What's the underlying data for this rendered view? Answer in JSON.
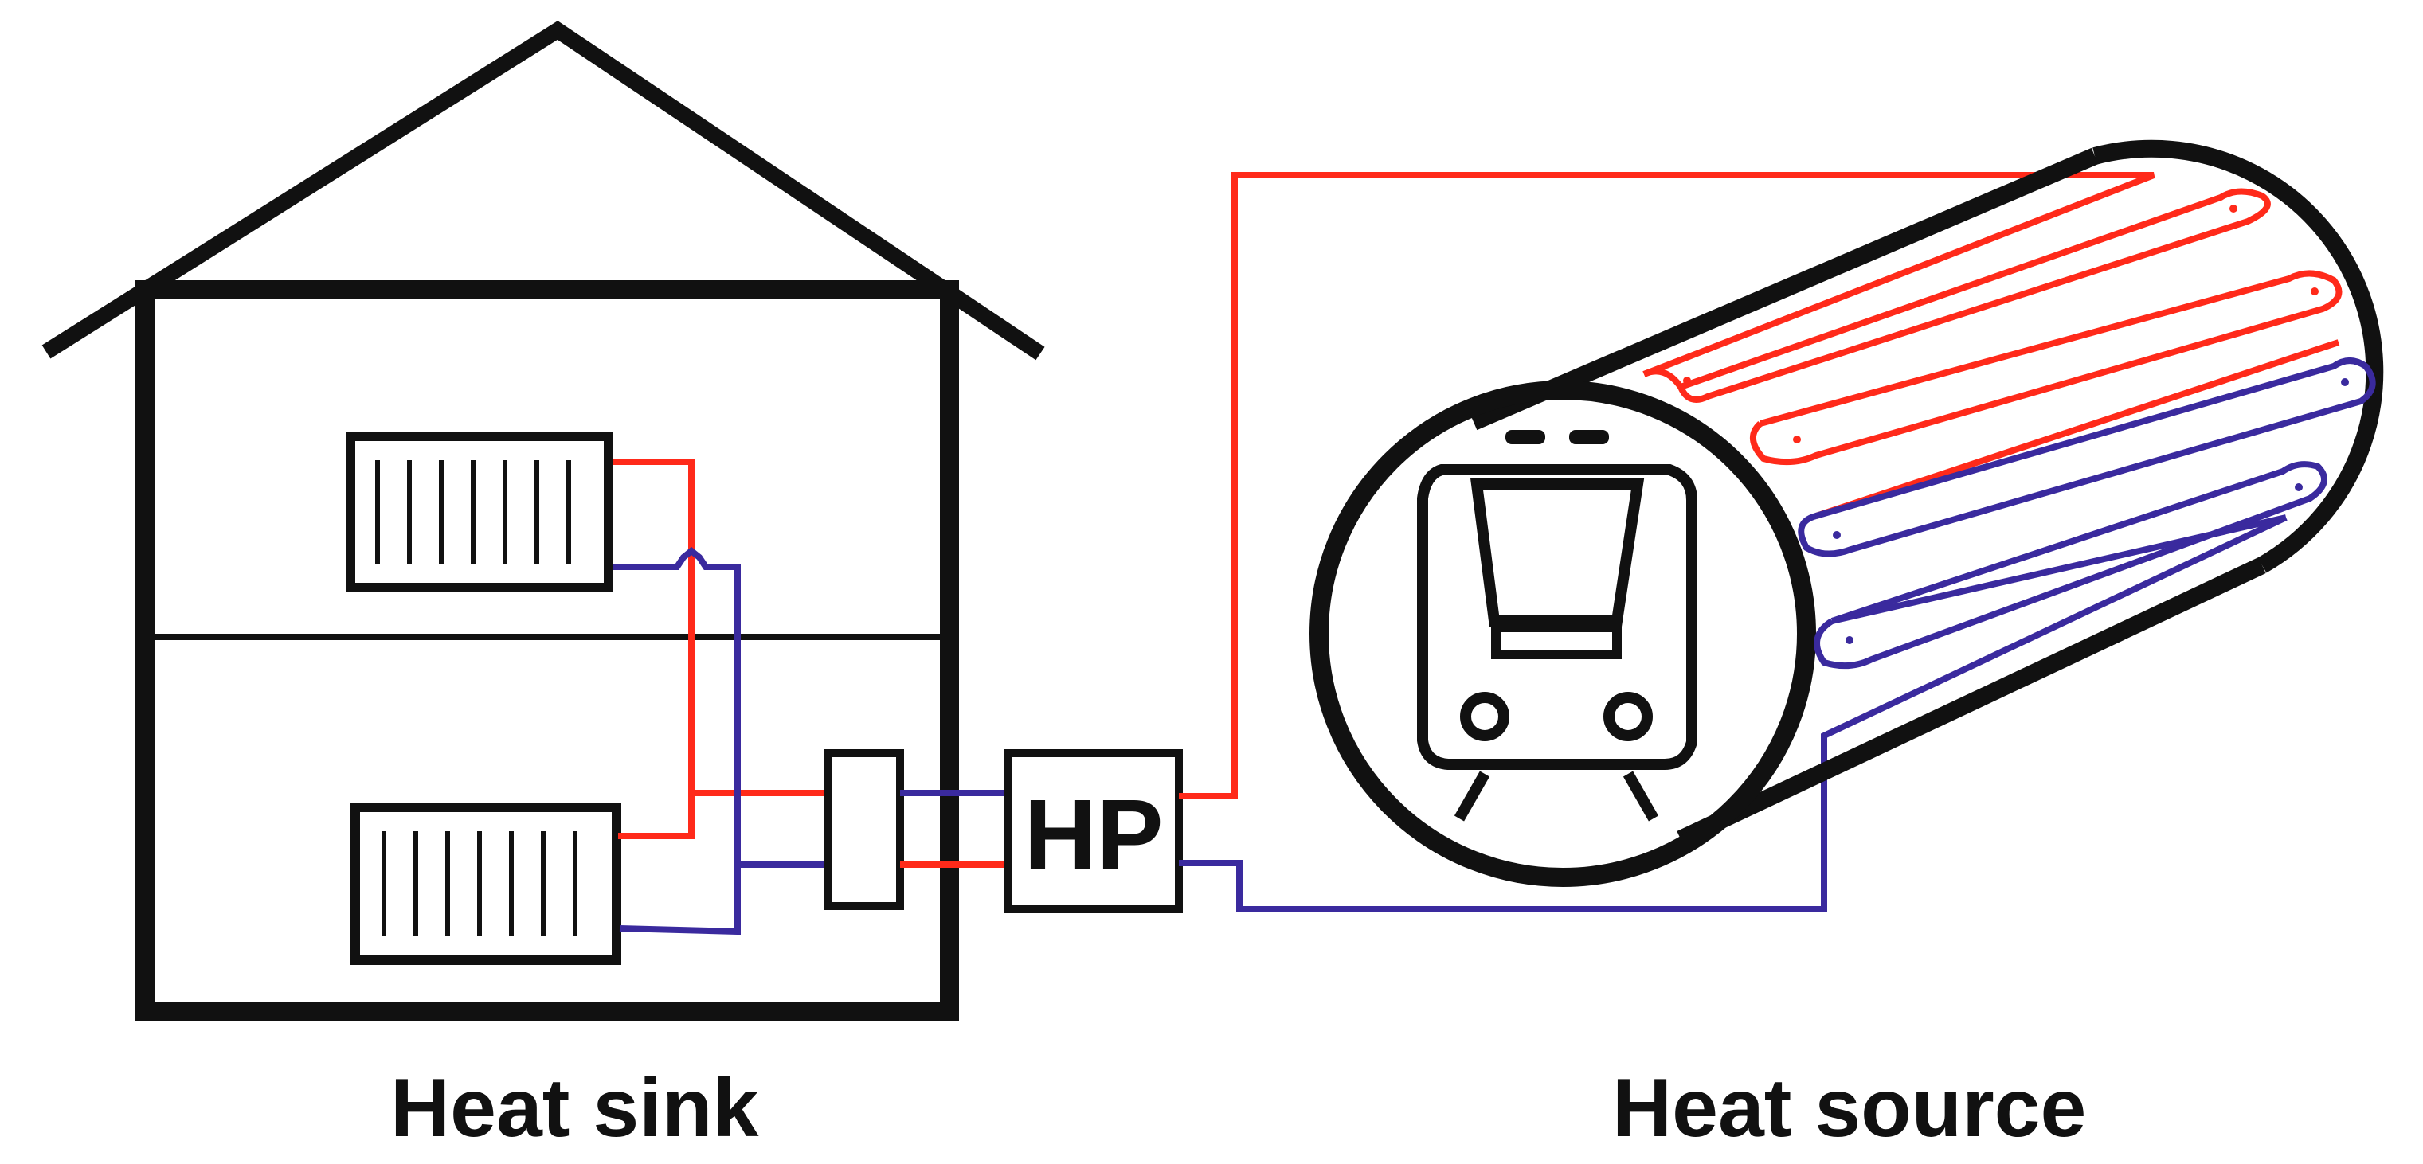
{
  "labels": {
    "heat_sink": "Heat sink",
    "heat_source": "Heat source",
    "heat_pump": "HP"
  },
  "colors": {
    "outline": "#111111",
    "hot_pipe": "#ff2a1a",
    "cold_pipe": "#3a2a9e",
    "background": "#ffffff"
  },
  "icons": {
    "house": "house-icon",
    "radiator": "radiator-icon",
    "heat_exchanger": "heat-exchanger-icon",
    "heat_pump": "heat-pump-box",
    "tunnel": "tunnel-icon",
    "train": "train-icon"
  }
}
